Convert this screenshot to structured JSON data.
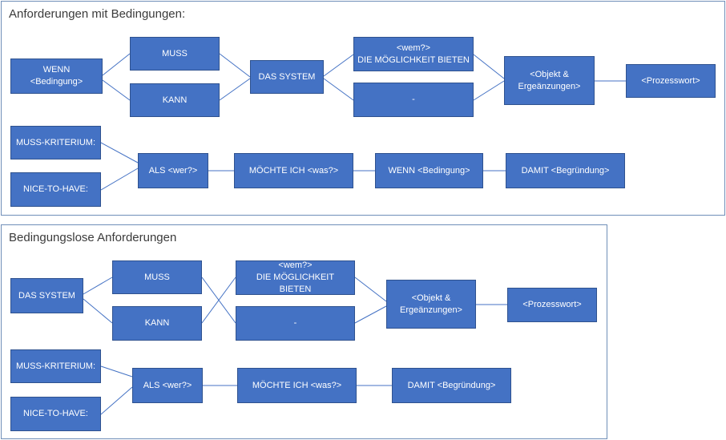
{
  "panel_conditional": {
    "title": "Anforderungen mit Bedingungen:",
    "row1": {
      "wenn": "WENN\n<Bedingung>",
      "muss": "MUSS",
      "kann": "KANN",
      "das_system": "DAS SYSTEM",
      "wem_option": "<wem?>\nDIE MÖGLICHKEIT BIETEN",
      "dash_option": "-",
      "objekt": "<Objekt &\nErgeänzungen>",
      "prozesswort": "<Prozesswort>"
    },
    "row2": {
      "muss_kriterium": "MUSS-KRITERIUM:",
      "nice_to_have": "NICE-TO-HAVE:",
      "als": "ALS <wer?>",
      "moechte": "MÖCHTE ICH <was?>",
      "wenn": "WENN <Bedingung>",
      "damit": "DAMIT <Begründung>"
    }
  },
  "panel_unconditional": {
    "title": "Bedingungslose Anforderungen",
    "row1": {
      "das_system": "DAS SYSTEM",
      "muss": "MUSS",
      "kann": "KANN",
      "wem_option": "<wem?>\nDIE MÖGLICHKEIT BIETEN",
      "dash_option": "-",
      "objekt": "<Objekt &\nErgeänzungen>",
      "prozesswort": "<Prozesswort>"
    },
    "row2": {
      "muss_kriterium": "MUSS-KRITERIUM:",
      "nice_to_have": "NICE-TO-HAVE:",
      "als": "ALS <wer?>",
      "moechte": "MÖCHTE ICH <was?>",
      "damit": "DAMIT <Begründung>"
    }
  },
  "colors": {
    "box_fill": "#4472c4",
    "box_border": "#2f528f",
    "panel_border": "#6f8fb8"
  }
}
